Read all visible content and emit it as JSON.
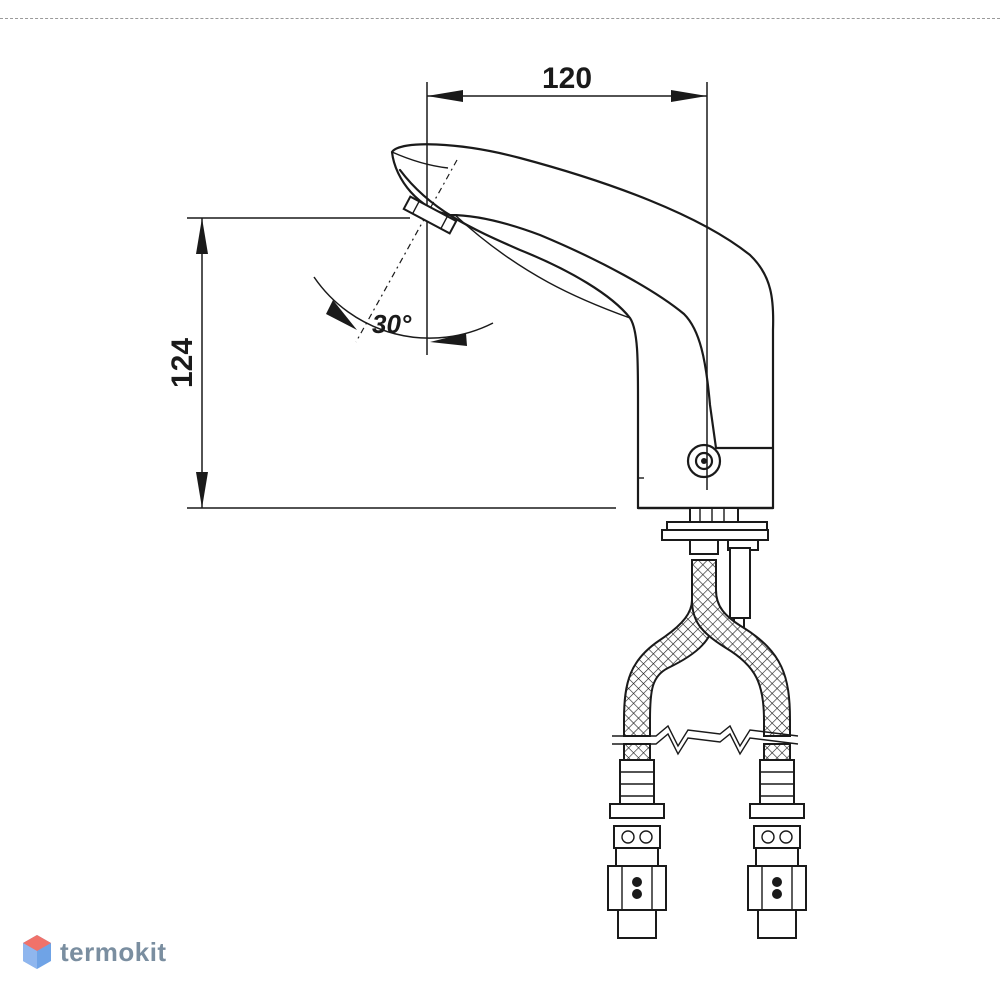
{
  "dimensions": {
    "width_label": "120",
    "height_label": "124",
    "angle_label": "30°"
  },
  "watermark": {
    "text": "termokit",
    "icon": "hexagon-logo-icon",
    "colors": {
      "top": "#f0726a",
      "bottom": "#6fa3e6",
      "text": "#7a8ea0"
    }
  }
}
